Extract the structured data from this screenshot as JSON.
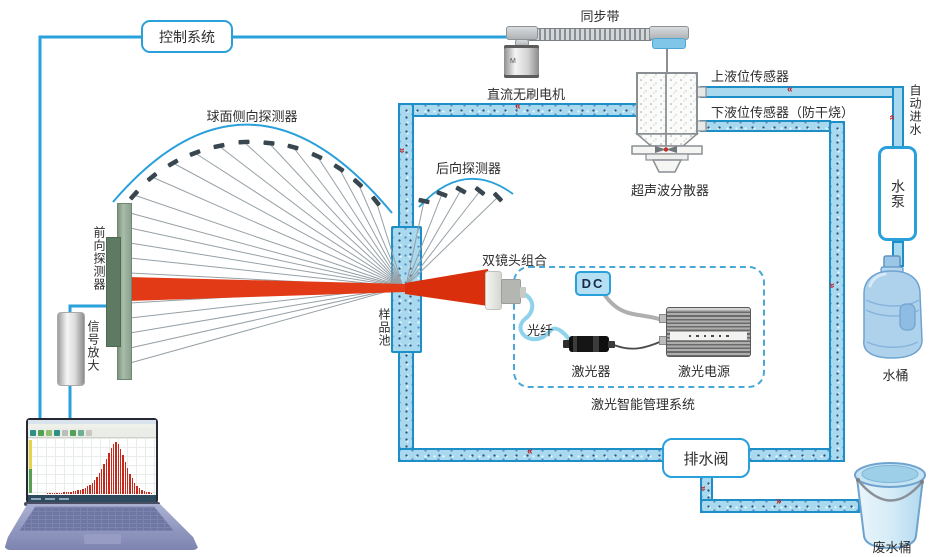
{
  "diagram": {
    "control_system": "控制系统",
    "sync_belt": "同步带",
    "dc_motor": "直流无刷电机",
    "motor_marking": "M",
    "upper_level_sensor": "上液位传感器",
    "lower_level_sensor": "下液位传感器（防干烧）",
    "auto_water_inlet": "自动进水",
    "water_pump": "水泵",
    "water_bucket": "水桶",
    "ultrasonic_disperser": "超声波分散器",
    "spherical_side_detector": "球面侧向探测器",
    "back_detector": "后向探测器",
    "front_detector": "前向探测器",
    "signal_amplifier": "信号放大",
    "sample_cell": "样品池",
    "dual_lens": "双镜头组合",
    "optical_fiber": "光纤",
    "dc_label": "DC",
    "laser": "激光器",
    "laser_power": "激光电源",
    "laser_mgmt_system": "激光智能管理系统",
    "drain_valve": "排水阀",
    "waste_bucket": "废水桶"
  },
  "colors": {
    "pipe_fill": "#A8D9EF",
    "pipe_border": "#1E8FC6",
    "line_blue": "#29A1DC",
    "box_border": "#2AA0DB",
    "beam_red": "#E0330F",
    "arrow_red": "#C21E1E",
    "detector_dark": "#38474F",
    "bar_red": "#C8281A"
  },
  "chart_data": {
    "type": "bar",
    "title": "",
    "xlabel": "",
    "ylabel": "",
    "legend_position": "none",
    "color": "#C8281A",
    "values": [
      0,
      0,
      0,
      0,
      0,
      1,
      1,
      1,
      1,
      2,
      2,
      2,
      3,
      3,
      4,
      4,
      5,
      6,
      7,
      8,
      10,
      12,
      15,
      18,
      22,
      27,
      33,
      40,
      48,
      57,
      67,
      78,
      88,
      96,
      100,
      96,
      87,
      75,
      62,
      50,
      39,
      30,
      22,
      16,
      11,
      8,
      5,
      4,
      3,
      2
    ]
  }
}
